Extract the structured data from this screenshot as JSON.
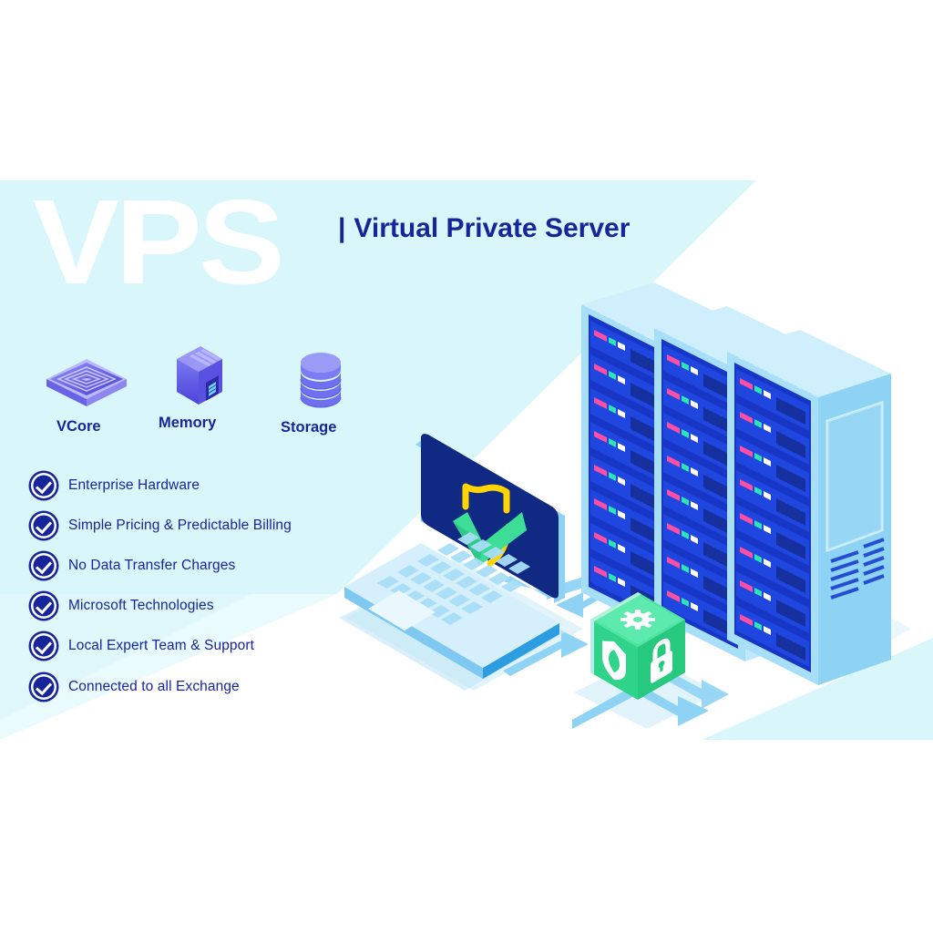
{
  "page": {
    "title_word": "VPS",
    "headline_bar": "|",
    "headline": "Virtual Private Server",
    "background": "#ffffff",
    "band_color": "#d9f7fb",
    "brand_navy": "#17259b",
    "accent_cyan": "#8fd3f4",
    "accent_green": "#3ddc97"
  },
  "specs": [
    {
      "label": "VCore",
      "icon": "cpu-chip-icon",
      "color": "#6f6ff0"
    },
    {
      "label": "Memory",
      "icon": "memory-tower-icon",
      "color": "#6f6ff0"
    },
    {
      "label": "Storage",
      "icon": "disk-stack-icon",
      "color": "#7b7bf5"
    }
  ],
  "features": [
    {
      "label": "Enterprise Hardware"
    },
    {
      "label": "Simple Pricing & Predictable Billing"
    },
    {
      "label": "No Data Transfer Charges"
    },
    {
      "label": "Microsoft Technologies"
    },
    {
      "label": "Local Expert Team & Support"
    },
    {
      "label": "Connected to all Exchange"
    }
  ],
  "illustration": {
    "laptop": {
      "icon": "shield-check-logo",
      "screen_color": "#102a83",
      "check_color": "#3ddc97",
      "arc_color": "#ffd400"
    },
    "cube": {
      "faces": [
        "gear-icon",
        "shield-icon",
        "lock-icon"
      ],
      "color": "#2fd48a"
    },
    "racks": {
      "count": 3,
      "units_per_rack": 8,
      "body_color": "#8fd3f4",
      "unit_color": "#1a3fd0"
    },
    "arrows": {
      "color": "#8fd3f4",
      "count": 4
    }
  }
}
